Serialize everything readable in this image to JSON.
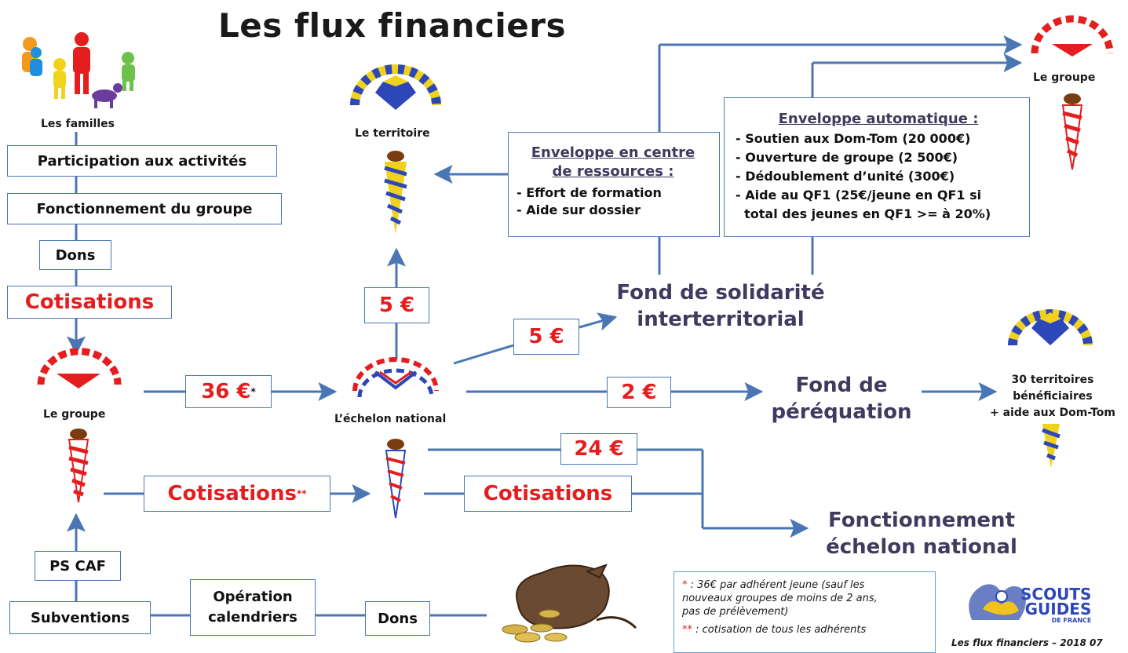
{
  "title": "Les flux financiers",
  "sources": {
    "families_label": "Les familles",
    "participation": "Participation  aux activités",
    "fonctionnement": "Fonctionnement du groupe",
    "dons": "Dons",
    "cotisations": "Cotisations"
  },
  "groupe_left": {
    "label": "Le groupe"
  },
  "groupe_right": {
    "label": "Le groupe"
  },
  "territoire": {
    "label": "Le territoire"
  },
  "national": {
    "label": "L’échelon national"
  },
  "flows": {
    "amount_36": "36 €",
    "amount_36_mark": "*",
    "amount_5_up": "5 €",
    "amount_5_diag": "5 €",
    "amount_2": "2 €",
    "amount_24": "24 €",
    "cotisations_marked": "Cotisations",
    "cotisations_marked_mark": "**",
    "cotisations_right": "Cotisations"
  },
  "centre_ressources": {
    "title_line1": "Enveloppe en centre",
    "title_line2": "de ressources :",
    "items": [
      "- Effort de formation",
      "- Aide sur dossier"
    ]
  },
  "automatique": {
    "title": "Enveloppe automatique :",
    "items": [
      "- Soutien aux Dom-Tom (20 000€)",
      "- Ouverture de groupe (2 500€)",
      "- Dédoublement d’unité (300€)",
      "- Aide au QF1 (25€/jeune en QF1 si",
      "  total des jeunes en QF1 >= à 20%)"
    ]
  },
  "fond_solidarite": {
    "line1": "Fond de solidarité",
    "line2": "interterritorial"
  },
  "fond_perequation": {
    "line1": "Fond de",
    "line2": "péréquation"
  },
  "beneficiaires": {
    "line1": "30 territoires",
    "line2": "bénéficiaires",
    "line3": "+ aide aux Dom-Tom"
  },
  "fonctionnement_national": {
    "line1": "Fonctionnement",
    "line2": "échelon national"
  },
  "bottom": {
    "ps_caf": "PS CAF",
    "subventions": "Subventions",
    "operation_line1": "Opération",
    "operation_line2": "calendriers",
    "dons": "Dons"
  },
  "notes": {
    "note1_mark": "*",
    "note1_line1": " : 36€ par adhérent jeune (sauf les",
    "note1_line2": "nouveaux groupes de moins de 2 ans,",
    "note1_line3": "pas de prélèvement)",
    "note2_mark": "**",
    "note2_text": " : cotisation de tous les adhérents"
  },
  "logo": {
    "line1": "SCOUTS",
    "line2": "GUIDES",
    "line3": "DE FRANCE"
  },
  "footer": "Les flux financiers – 2018 07",
  "colors": {
    "arrow": "#4a77b4",
    "red": "#e41e1e",
    "purple": "#403a5e",
    "scarf_blue": "#2e47b8",
    "scarf_yellow": "#f0d21e"
  }
}
